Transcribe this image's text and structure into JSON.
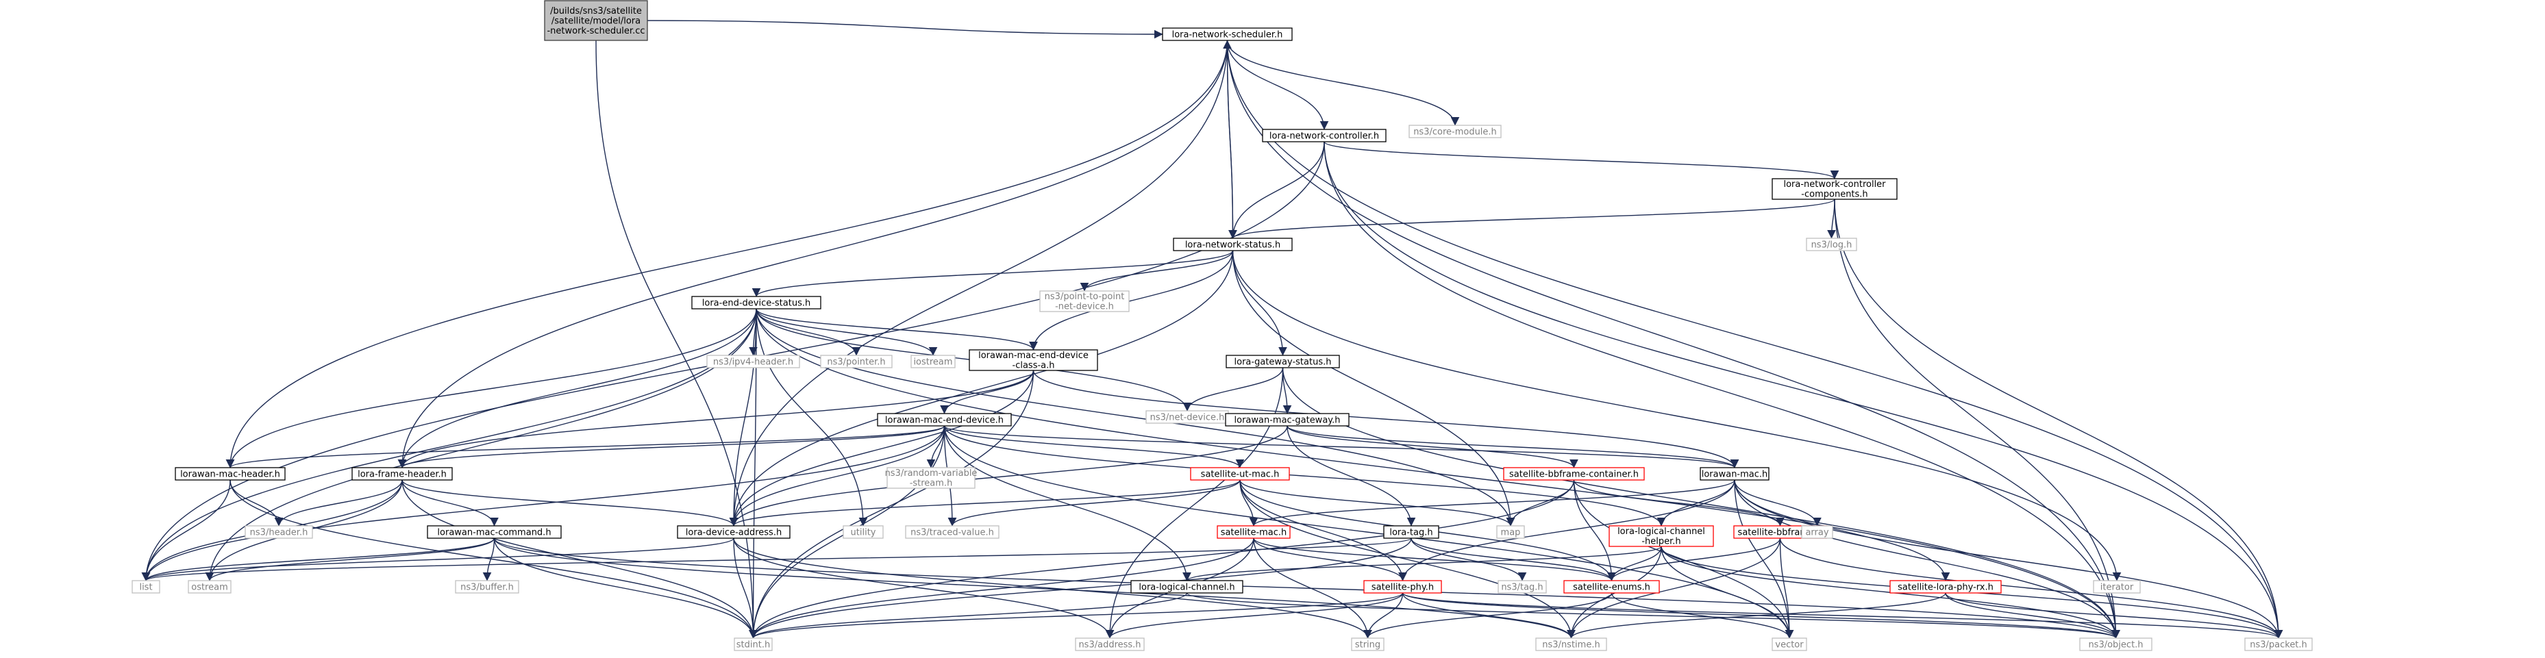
{
  "graph": {
    "title": "",
    "colors": {
      "root_fill": "#bfbfbf",
      "root_border": "#404040",
      "doc_border": "#000000",
      "truncated_border": "#ff0000",
      "external_border": "#bfbfbf",
      "external_text": "#7f7f7f",
      "text": "#000000",
      "edge": "#1f2d55"
    },
    "nodes": [
      {
        "id": "root",
        "kind": "root",
        "lines": [
          "/builds/sns3/satellite",
          "/satellite/model/lora",
          "-network-scheduler.cc"
        ]
      },
      {
        "id": "scheduler",
        "kind": "doc",
        "lines": [
          "lora-network-scheduler.h"
        ]
      },
      {
        "id": "controller",
        "kind": "doc",
        "lines": [
          "lora-network-controller.h"
        ]
      },
      {
        "id": "coremodule",
        "kind": "external",
        "lines": [
          "ns3/core-module.h"
        ]
      },
      {
        "id": "components",
        "kind": "doc",
        "lines": [
          "lora-network-controller",
          "-components.h"
        ]
      },
      {
        "id": "log",
        "kind": "external",
        "lines": [
          "ns3/log.h"
        ]
      },
      {
        "id": "netstatus",
        "kind": "doc",
        "lines": [
          "lora-network-status.h"
        ]
      },
      {
        "id": "enddevstatus",
        "kind": "doc",
        "lines": [
          "lora-end-device-status.h"
        ]
      },
      {
        "id": "p2pnet",
        "kind": "external",
        "lines": [
          "ns3/point-to-point",
          "-net-device.h"
        ]
      },
      {
        "id": "ipv4header",
        "kind": "external",
        "lines": [
          "ns3/ipv4-header.h"
        ]
      },
      {
        "id": "pointer",
        "kind": "external",
        "lines": [
          "ns3/pointer.h"
        ]
      },
      {
        "id": "iostream",
        "kind": "external",
        "lines": [
          "iostream"
        ]
      },
      {
        "id": "classa",
        "kind": "doc",
        "lines": [
          "lorawan-mac-end-device",
          "-class-a.h"
        ]
      },
      {
        "id": "gwstatus",
        "kind": "doc",
        "lines": [
          "lora-gateway-status.h"
        ]
      },
      {
        "id": "netdevice",
        "kind": "external",
        "lines": [
          "ns3/net-device.h"
        ]
      },
      {
        "id": "macenddev",
        "kind": "doc",
        "lines": [
          "lorawan-mac-end-device.h"
        ]
      },
      {
        "id": "macgw",
        "kind": "doc",
        "lines": [
          "lorawan-mac-gateway.h"
        ]
      },
      {
        "id": "macheader",
        "kind": "doc",
        "lines": [
          "lorawan-mac-header.h"
        ]
      },
      {
        "id": "frameheader",
        "kind": "doc",
        "lines": [
          "lora-frame-header.h"
        ]
      },
      {
        "id": "randomvar",
        "kind": "external",
        "lines": [
          "ns3/random-variable",
          "-stream.h"
        ]
      },
      {
        "id": "utmac",
        "kind": "truncated",
        "lines": [
          "satellite-ut-mac.h"
        ]
      },
      {
        "id": "bbcontainer",
        "kind": "truncated",
        "lines": [
          "satellite-bbframe-container.h"
        ]
      },
      {
        "id": "lorawanmac",
        "kind": "doc",
        "lines": [
          "lorawan-mac.h"
        ]
      },
      {
        "id": "header",
        "kind": "external",
        "lines": [
          "ns3/header.h"
        ]
      },
      {
        "id": "maccommand",
        "kind": "doc",
        "lines": [
          "lorawan-mac-command.h"
        ]
      },
      {
        "id": "devaddr",
        "kind": "doc",
        "lines": [
          "lora-device-address.h"
        ]
      },
      {
        "id": "utility",
        "kind": "external",
        "lines": [
          "utility"
        ]
      },
      {
        "id": "traced",
        "kind": "external",
        "lines": [
          "ns3/traced-value.h"
        ]
      },
      {
        "id": "satmac",
        "kind": "truncated",
        "lines": [
          "satellite-mac.h"
        ]
      },
      {
        "id": "map",
        "kind": "external",
        "lines": [
          "map"
        ]
      },
      {
        "id": "tag",
        "kind": "doc",
        "lines": [
          "lora-tag.h"
        ]
      },
      {
        "id": "logchanhelper",
        "kind": "truncated",
        "lines": [
          "lora-logical-channel",
          "-helper.h"
        ]
      },
      {
        "id": "bbframe",
        "kind": "truncated",
        "lines": [
          "satellite-bbframe.h"
        ]
      },
      {
        "id": "array",
        "kind": "external",
        "lines": [
          "array"
        ]
      },
      {
        "id": "iterator",
        "kind": "external",
        "lines": [
          "iterator"
        ]
      },
      {
        "id": "list",
        "kind": "external",
        "lines": [
          "list"
        ]
      },
      {
        "id": "ostream",
        "kind": "external",
        "lines": [
          "ostream"
        ]
      },
      {
        "id": "buffer",
        "kind": "external",
        "lines": [
          "ns3/buffer.h"
        ]
      },
      {
        "id": "logchan",
        "kind": "doc",
        "lines": [
          "lora-logical-channel.h"
        ]
      },
      {
        "id": "satphy",
        "kind": "truncated",
        "lines": [
          "satellite-phy.h"
        ]
      },
      {
        "id": "nstag",
        "kind": "external",
        "lines": [
          "ns3/tag.h"
        ]
      },
      {
        "id": "satenums",
        "kind": "truncated",
        "lines": [
          "satellite-enums.h"
        ]
      },
      {
        "id": "phyrx",
        "kind": "truncated",
        "lines": [
          "satellite-lora-phy-rx.h"
        ]
      },
      {
        "id": "stdint",
        "kind": "external",
        "lines": [
          "stdint.h"
        ]
      },
      {
        "id": "address",
        "kind": "external",
        "lines": [
          "ns3/address.h"
        ]
      },
      {
        "id": "string",
        "kind": "external",
        "lines": [
          "string"
        ]
      },
      {
        "id": "nstime",
        "kind": "external",
        "lines": [
          "ns3/nstime.h"
        ]
      },
      {
        "id": "vector",
        "kind": "external",
        "lines": [
          "vector"
        ]
      },
      {
        "id": "object",
        "kind": "external",
        "lines": [
          "ns3/object.h"
        ]
      },
      {
        "id": "packet",
        "kind": "external",
        "lines": [
          "ns3/packet.h"
        ]
      }
    ],
    "edges": [
      [
        "root",
        "scheduler"
      ],
      [
        "root",
        "stdint"
      ],
      [
        "scheduler",
        "controller"
      ],
      [
        "scheduler",
        "coremodule"
      ],
      [
        "scheduler",
        "netstatus"
      ],
      [
        "scheduler",
        "macheader"
      ],
      [
        "scheduler",
        "frameheader"
      ],
      [
        "scheduler",
        "devaddr"
      ],
      [
        "scheduler",
        "object"
      ],
      [
        "scheduler",
        "packet"
      ],
      [
        "controller",
        "components"
      ],
      [
        "controller",
        "netstatus"
      ],
      [
        "controller",
        "list"
      ],
      [
        "controller",
        "object"
      ],
      [
        "controller",
        "packet"
      ],
      [
        "components",
        "netstatus"
      ],
      [
        "components",
        "log"
      ],
      [
        "components",
        "object"
      ],
      [
        "components",
        "packet"
      ],
      [
        "netstatus",
        "scheduler"
      ],
      [
        "netstatus",
        "enddevstatus"
      ],
      [
        "netstatus",
        "p2pnet"
      ],
      [
        "netstatus",
        "gwstatus"
      ],
      [
        "netstatus",
        "classa"
      ],
      [
        "netstatus",
        "map"
      ],
      [
        "netstatus",
        "iterator"
      ],
      [
        "netstatus",
        "devaddr"
      ],
      [
        "enddevstatus",
        "ipv4header"
      ],
      [
        "enddevstatus",
        "pointer"
      ],
      [
        "enddevstatus",
        "iostream"
      ],
      [
        "enddevstatus",
        "classa"
      ],
      [
        "enddevstatus",
        "netdevice"
      ],
      [
        "enddevstatus",
        "macheader"
      ],
      [
        "enddevstatus",
        "frameheader"
      ],
      [
        "enddevstatus",
        "devaddr"
      ],
      [
        "enddevstatus",
        "list"
      ],
      [
        "enddevstatus",
        "utility"
      ],
      [
        "enddevstatus",
        "map"
      ],
      [
        "enddevstatus",
        "object"
      ],
      [
        "enddevstatus",
        "stdint"
      ],
      [
        "enddevstatus",
        "ostream"
      ],
      [
        "classa",
        "macenddev"
      ],
      [
        "classa",
        "lorawanmac"
      ],
      [
        "classa",
        "frameheader"
      ],
      [
        "classa",
        "stdint"
      ],
      [
        "classa",
        "devaddr"
      ],
      [
        "gwstatus",
        "netdevice"
      ],
      [
        "gwstatus",
        "macgw"
      ],
      [
        "gwstatus",
        "object"
      ],
      [
        "gwstatus",
        "address"
      ],
      [
        "macgw",
        "lorawanmac"
      ],
      [
        "macgw",
        "tag"
      ],
      [
        "macgw",
        "devaddr"
      ],
      [
        "macgw",
        "bbcontainer"
      ],
      [
        "macenddev",
        "macheader"
      ],
      [
        "macenddev",
        "frameheader"
      ],
      [
        "macenddev",
        "randomvar"
      ],
      [
        "macenddev",
        "utmac"
      ],
      [
        "macenddev",
        "lorawanmac"
      ],
      [
        "macenddev",
        "logchanhelper"
      ],
      [
        "macenddev",
        "devaddr"
      ],
      [
        "macenddev",
        "traced"
      ],
      [
        "macenddev",
        "logchan"
      ],
      [
        "macenddev",
        "stdint"
      ],
      [
        "macenddev",
        "list"
      ],
      [
        "macenddev",
        "vector"
      ],
      [
        "utmac",
        "satmac"
      ],
      [
        "utmac",
        "satphy"
      ],
      [
        "utmac",
        "satenums"
      ],
      [
        "utmac",
        "nstime"
      ],
      [
        "utmac",
        "traced"
      ],
      [
        "utmac",
        "map"
      ],
      [
        "utmac",
        "devaddr"
      ],
      [
        "bbcontainer",
        "bbframe"
      ],
      [
        "bbcontainer",
        "satenums"
      ],
      [
        "bbcontainer",
        "map"
      ],
      [
        "bbcontainer",
        "stdint"
      ],
      [
        "bbcontainer",
        "vector"
      ],
      [
        "lorawanmac",
        "satmac"
      ],
      [
        "lorawanmac",
        "logchanhelper"
      ],
      [
        "lorawanmac",
        "phyrx"
      ],
      [
        "lorawanmac",
        "satphy"
      ],
      [
        "lorawanmac",
        "array"
      ],
      [
        "lorawanmac",
        "object"
      ],
      [
        "lorawanmac",
        "packet"
      ],
      [
        "lorawanmac",
        "vector"
      ],
      [
        "macheader",
        "header"
      ],
      [
        "macheader",
        "list"
      ],
      [
        "macheader",
        "stdint"
      ],
      [
        "frameheader",
        "header"
      ],
      [
        "frameheader",
        "maccommand"
      ],
      [
        "frameheader",
        "devaddr"
      ],
      [
        "frameheader",
        "list"
      ],
      [
        "frameheader",
        "ostream"
      ],
      [
        "frameheader",
        "stdint"
      ],
      [
        "maccommand",
        "list"
      ],
      [
        "maccommand",
        "ostream"
      ],
      [
        "maccommand",
        "buffer"
      ],
      [
        "maccommand",
        "stdint"
      ],
      [
        "maccommand",
        "nstime"
      ],
      [
        "maccommand",
        "object"
      ],
      [
        "devaddr",
        "stdint"
      ],
      [
        "devaddr",
        "address"
      ],
      [
        "devaddr",
        "string"
      ],
      [
        "devaddr",
        "list"
      ],
      [
        "satmac",
        "satphy"
      ],
      [
        "satmac",
        "satenums"
      ],
      [
        "satmac",
        "stdint"
      ],
      [
        "satmac",
        "string"
      ],
      [
        "satmac",
        "address"
      ],
      [
        "tag",
        "nstag"
      ],
      [
        "tag",
        "satenums"
      ],
      [
        "tag",
        "stdint"
      ],
      [
        "tag",
        "list"
      ],
      [
        "logchanhelper",
        "logchan"
      ],
      [
        "logchanhelper",
        "satenums"
      ],
      [
        "logchanhelper",
        "nstime"
      ],
      [
        "logchanhelper",
        "vector"
      ],
      [
        "logchanhelper",
        "object"
      ],
      [
        "logchanhelper",
        "packet"
      ],
      [
        "bbframe",
        "satenums"
      ],
      [
        "bbframe",
        "nstime"
      ],
      [
        "bbframe",
        "vector"
      ],
      [
        "bbframe",
        "packet"
      ],
      [
        "logchan",
        "stdint"
      ],
      [
        "logchan",
        "object"
      ],
      [
        "satphy",
        "stdint"
      ],
      [
        "satphy",
        "address"
      ],
      [
        "satphy",
        "string"
      ],
      [
        "satphy",
        "nstime"
      ],
      [
        "satphy",
        "object"
      ],
      [
        "satphy",
        "packet"
      ],
      [
        "satenums",
        "string"
      ],
      [
        "satenums",
        "vector"
      ],
      [
        "phyrx",
        "nstime"
      ],
      [
        "phyrx",
        "object"
      ],
      [
        "phyrx",
        "packet"
      ]
    ]
  }
}
